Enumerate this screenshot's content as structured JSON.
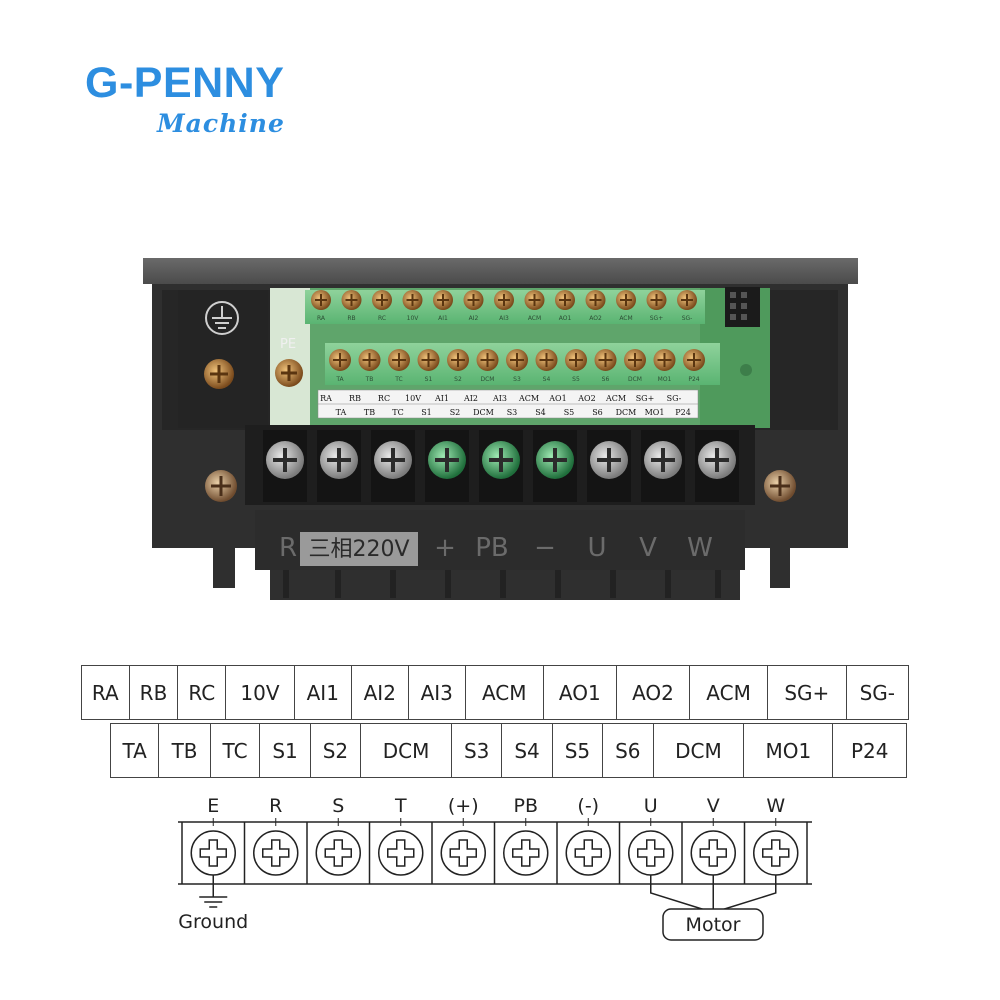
{
  "brand": {
    "name": "G-PENNY",
    "tagline": "Machine",
    "color": "#2d8ee0"
  },
  "device": {
    "board_top_labels": [
      "RA",
      "RB",
      "RC",
      "10V",
      "AI1",
      "AI2",
      "AI3",
      "ACM",
      "AO1",
      "AO2",
      "ACM",
      "SG+",
      "SG-"
    ],
    "board_bottom_labels": [
      "TA",
      "TB",
      "TC",
      "S1",
      "S2",
      "DCM",
      "S3",
      "S4",
      "S5",
      "S6",
      "DCM",
      "MO1",
      "P24"
    ],
    "pe_label": "PE",
    "power_labels": [
      "R",
      "三相220V",
      "+",
      "PB",
      "−",
      "U",
      "V",
      "W"
    ]
  },
  "control_terminals": {
    "row1": [
      "RA",
      "RB",
      "RC",
      "10V",
      "AI1",
      "AI2",
      "AI3",
      "ACM",
      "AO1",
      "AO2",
      "ACM",
      "SG+",
      "SG-"
    ],
    "row2": [
      "TA",
      "TB",
      "TC",
      "S1",
      "S2",
      "DCM",
      "S3",
      "S4",
      "S5",
      "S6",
      "DCM",
      "MO1",
      "P24"
    ]
  },
  "power_terminals": {
    "labels": [
      "E",
      "R",
      "S",
      "T",
      "(+)",
      "PB",
      "(-)",
      "U",
      "V",
      "W"
    ],
    "ground_label": "Ground",
    "motor_label": "Motor"
  }
}
